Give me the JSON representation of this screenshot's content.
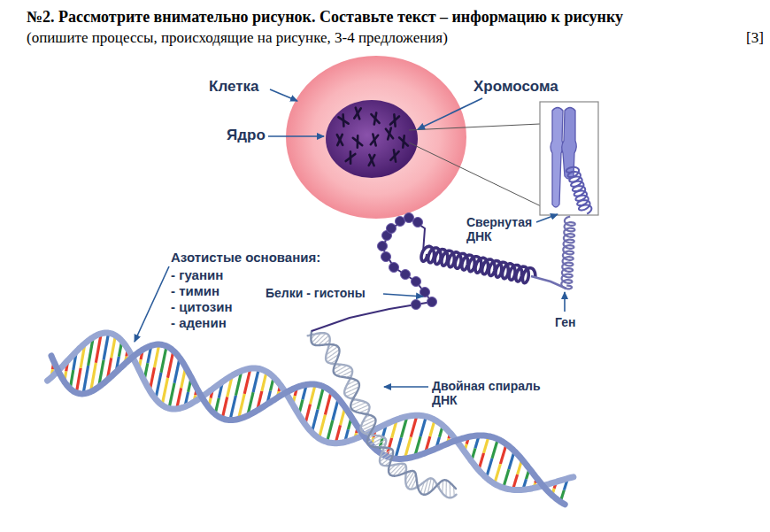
{
  "diagram": {
    "title": "№2. Рассмотрите внимательно рисунок. Составьте текст – информацию к рисунку",
    "labels": [
      "(опишите процессы, происходящие на рисунке, 3-4 предложения)",
      "[3]",
      "Клетка",
      "Хромосома",
      "Ядро",
      "Свернутая ДНК",
      "Азотистые основания:",
      "- гуанин",
      "- тимин",
      "- цитозин",
      "- аденин",
      "Белки - гистоны",
      "Ген",
      "Двойная спираль ДНК"
    ]
  }
}
